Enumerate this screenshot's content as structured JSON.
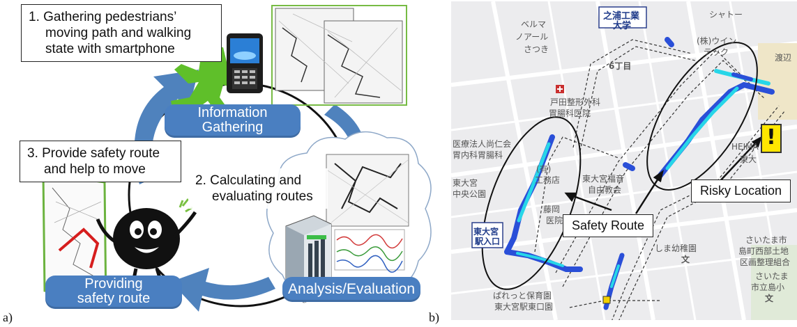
{
  "panel_a": {
    "label": "a)",
    "step1": [
      "1.  Gathering pedestrians’",
      "moving path and walking",
      "state with smartphone"
    ],
    "step2": [
      "2.  Calculating and",
      "evaluating routes"
    ],
    "step3": [
      "3.  Provide safety route",
      "and help to move"
    ],
    "stages": {
      "gathering": [
        "Information",
        "Gathering"
      ],
      "analysis": "Analysis/Evaluation",
      "providing": [
        "Providing",
        "safety route"
      ]
    }
  },
  "panel_b": {
    "label": "b)",
    "safety_route_label": "Safety Route",
    "risky_location_label": "Risky Location",
    "map_texts": {
      "t1": "之浦工業",
      "t2": "大学",
      "t3": "ベルマ",
      "t4": "ノアール",
      "t5": "さつき",
      "t6": "シャトー",
      "t7": "(株)ウイン",
      "t8": "テック",
      "t9": "渡辺",
      "t10": "6丁目",
      "t11": "戸田整形外科",
      "t12": "胃腸科医院",
      "t13": "医療法人尚仁会",
      "t14": "胃内科胃腸科",
      "t15": "HEIMA",
      "t16": "東大",
      "t17": "東大宮",
      "t18": "中央公園",
      "t19": "(有)",
      "t20": "工務店",
      "t21": "東大宮福音",
      "t22": "自由教会",
      "t23": "藤岡",
      "t24": "医院",
      "t25": "東大宮",
      "t26": "駅入口",
      "t27": "しま幼稚園",
      "t28": "さいたま市",
      "t29": "島町西部土地",
      "t30": "区画整理組合",
      "t31": "さいたま",
      "t32": "市立島小",
      "t33": "ぱれっと保育園",
      "t34": "東大宮駅東口園",
      "t35": "文",
      "t36": "文"
    }
  },
  "colors": {
    "stage_blue": "#4a7fc1",
    "arrow_blue": "#4f82bd",
    "person_green": "#5fbf2a",
    "route_blue": "#2a4fd8",
    "route_cyan": "#27d6e8",
    "warning_yellow": "#ffe600"
  },
  "icons": [
    "smartphone-icon",
    "server-icon",
    "mascot-icon",
    "warning-icon",
    "person-icon"
  ]
}
